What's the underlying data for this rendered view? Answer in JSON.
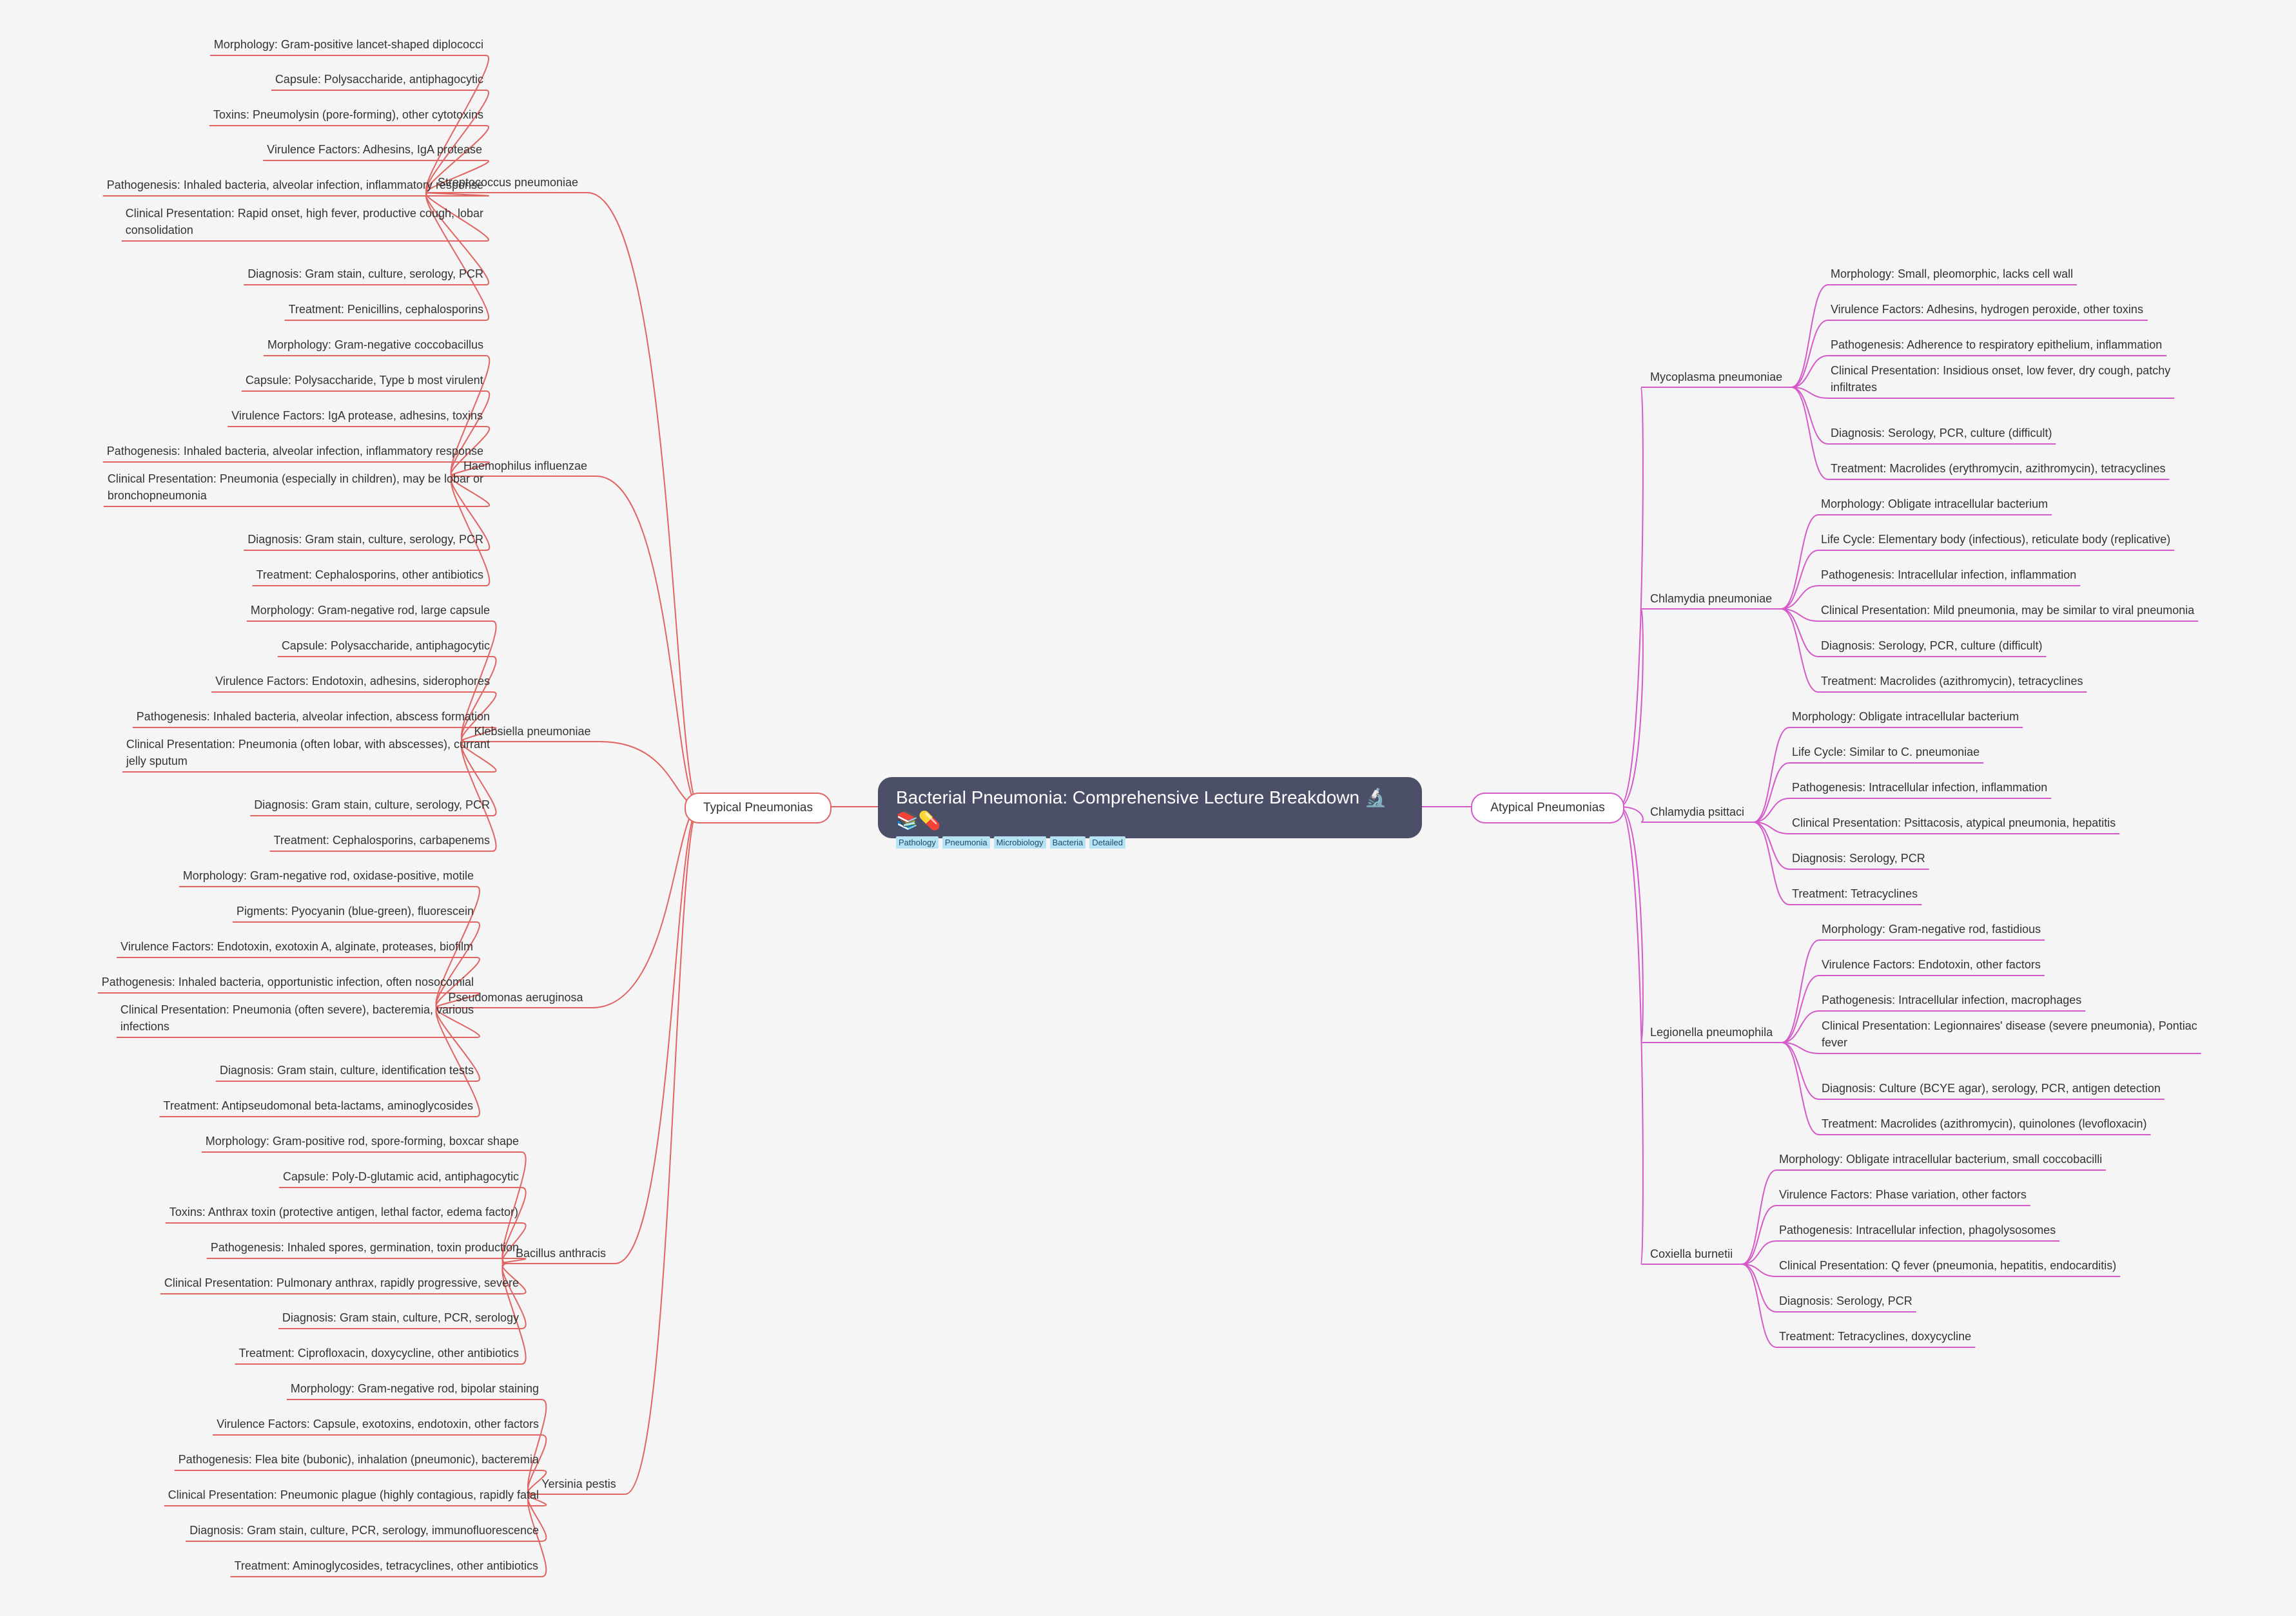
{
  "root": {
    "title": "Bacterial Pneumonia: Comprehensive Lecture Breakdown 🔬📚💊",
    "tags": [
      "Pathology",
      "Pneumonia",
      "Microbiology",
      "Bacteria",
      "Detailed"
    ]
  },
  "colors": {
    "typical": "#e06461",
    "atypical": "#d45ac9",
    "root_bg": "#4b5068",
    "tag_bg": "#b6e3f3"
  },
  "typical": {
    "label": "Typical Pneumonias",
    "groups": [
      {
        "name": "Streptococcus pneumoniae",
        "items": [
          "Morphology: Gram-positive lancet-shaped diplococci",
          "Capsule: Polysaccharide, antiphagocytic",
          "Toxins: Pneumolysin (pore-forming), other cytotoxins",
          "Virulence Factors: Adhesins, IgA protease",
          "Pathogenesis: Inhaled bacteria, alveolar infection, inflammatory response",
          "Clinical Presentation: Rapid onset, high fever, productive cough, lobar\nconsolidation",
          "Diagnosis: Gram stain, culture, serology, PCR",
          "Treatment: Penicillins, cephalosporins"
        ]
      },
      {
        "name": "Haemophilus influenzae",
        "items": [
          "Morphology: Gram-negative coccobacillus",
          "Capsule: Polysaccharide, Type b most virulent",
          "Virulence Factors: IgA protease, adhesins, toxins",
          "Pathogenesis: Inhaled bacteria, alveolar infection, inflammatory response",
          "Clinical Presentation: Pneumonia (especially in children), may be lobar or\nbronchopneumonia",
          "Diagnosis: Gram stain, culture, serology, PCR",
          "Treatment: Cephalosporins, other antibiotics"
        ]
      },
      {
        "name": "Klebsiella pneumoniae",
        "items": [
          "Morphology: Gram-negative rod, large capsule",
          "Capsule: Polysaccharide, antiphagocytic",
          "Virulence Factors: Endotoxin, adhesins, siderophores",
          "Pathogenesis: Inhaled bacteria, alveolar infection, abscess formation",
          "Clinical Presentation: Pneumonia (often lobar, with abscesses), currant\njelly sputum",
          "Diagnosis: Gram stain, culture, serology, PCR",
          "Treatment: Cephalosporins, carbapenems"
        ]
      },
      {
        "name": "Pseudomonas aeruginosa",
        "items": [
          "Morphology: Gram-negative rod, oxidase-positive, motile",
          "Pigments: Pyocyanin (blue-green), fluorescein",
          "Virulence Factors: Endotoxin, exotoxin A, alginate, proteases, biofilm",
          "Pathogenesis: Inhaled bacteria, opportunistic infection, often nosocomial",
          "Clinical Presentation: Pneumonia (often severe), bacteremia, various\ninfections",
          "Diagnosis: Gram stain, culture, identification tests",
          "Treatment: Antipseudomonal beta-lactams, aminoglycosides"
        ]
      },
      {
        "name": "Bacillus anthracis",
        "items": [
          "Morphology: Gram-positive rod, spore-forming, boxcar shape",
          "Capsule: Poly-D-glutamic acid, antiphagocytic",
          "Toxins: Anthrax toxin (protective antigen, lethal factor, edema factor)",
          "Pathogenesis: Inhaled spores, germination, toxin production",
          "Clinical Presentation: Pulmonary anthrax, rapidly progressive, severe",
          "Diagnosis: Gram stain, culture, PCR, serology",
          "Treatment: Ciprofloxacin, doxycycline, other antibiotics"
        ]
      },
      {
        "name": "Yersinia pestis",
        "items": [
          "Morphology: Gram-negative rod, bipolar staining",
          "Virulence Factors: Capsule, exotoxins, endotoxin, other factors",
          "Pathogenesis: Flea bite (bubonic), inhalation (pneumonic), bacteremia",
          "Clinical Presentation: Pneumonic plague (highly contagious, rapidly fatal",
          "Diagnosis: Gram stain, culture, PCR, serology, immunofluorescence",
          "Treatment: Aminoglycosides, tetracyclines, other antibiotics"
        ]
      }
    ]
  },
  "atypical": {
    "label": "Atypical Pneumonias",
    "groups": [
      {
        "name": "Mycoplasma pneumoniae",
        "items": [
          "Morphology: Small, pleomorphic, lacks cell wall",
          "Virulence Factors: Adhesins, hydrogen peroxide, other toxins",
          "Pathogenesis: Adherence to respiratory epithelium, inflammation",
          "Clinical Presentation: Insidious onset, low fever, dry cough, patchy\ninfiltrates",
          "Diagnosis: Serology, PCR, culture (difficult)",
          "Treatment: Macrolides (erythromycin, azithromycin), tetracyclines"
        ]
      },
      {
        "name": "Chlamydia pneumoniae",
        "items": [
          "Morphology: Obligate intracellular bacterium",
          "Life Cycle: Elementary body (infectious), reticulate body (replicative)",
          "Pathogenesis: Intracellular infection, inflammation",
          "Clinical Presentation: Mild pneumonia, may be similar to viral pneumonia",
          "Diagnosis: Serology, PCR, culture (difficult)",
          "Treatment: Macrolides (azithromycin), tetracyclines"
        ]
      },
      {
        "name": "Chlamydia psittaci",
        "items": [
          "Morphology: Obligate intracellular bacterium",
          "Life Cycle: Similar to C. pneumoniae",
          "Pathogenesis: Intracellular infection, inflammation",
          "Clinical Presentation: Psittacosis, atypical pneumonia, hepatitis",
          "Diagnosis: Serology, PCR",
          "Treatment: Tetracyclines"
        ]
      },
      {
        "name": "Legionella pneumophila",
        "items": [
          "Morphology: Gram-negative rod, fastidious",
          "Virulence Factors: Endotoxin, other factors",
          "Pathogenesis: Intracellular infection, macrophages",
          "Clinical Presentation: Legionnaires' disease (severe pneumonia), Pontiac\nfever",
          "Diagnosis: Culture (BCYE agar), serology, PCR, antigen detection",
          "Treatment: Macrolides (azithromycin), quinolones (levofloxacin)"
        ]
      },
      {
        "name": "Coxiella burnetii",
        "items": [
          "Morphology: Obligate intracellular bacterium, small coccobacilli",
          "Virulence Factors: Phase variation, other factors",
          "Pathogenesis: Intracellular infection, phagolysosomes",
          "Clinical Presentation: Q fever (pneumonia, hepatitis, endocarditis)",
          "Diagnosis: Serology, PCR",
          "Treatment: Tetracyclines, doxycycline"
        ]
      }
    ]
  }
}
